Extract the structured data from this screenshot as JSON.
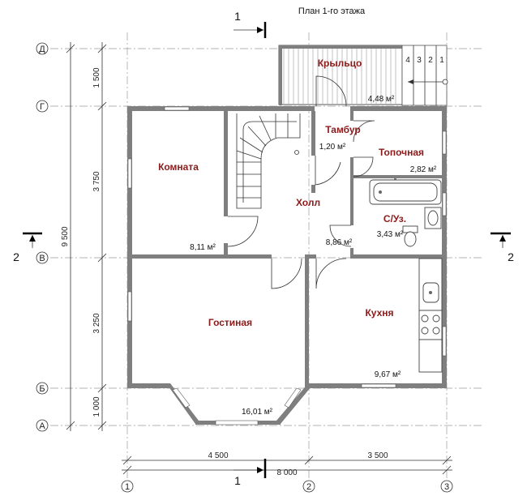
{
  "title": "План 1-го этажа",
  "section_marks": {
    "cut1": "1",
    "cut2": "2"
  },
  "axes": {
    "rows": [
      "Д",
      "Г",
      "В",
      "Б",
      "А"
    ],
    "cols": [
      "1",
      "2",
      "3"
    ]
  },
  "dimensions": {
    "vertical": [
      "1 500",
      "3 750",
      "3 250",
      "1 000"
    ],
    "vertical_total": "9 500",
    "horizontal": [
      "4 500",
      "3 500"
    ],
    "horizontal_total": "8 000"
  },
  "rooms": [
    {
      "name": "Крыльцо",
      "area": "4,48 м²"
    },
    {
      "name": "Тамбур",
      "area": "1,20 м²"
    },
    {
      "name": "Топочная",
      "area": "2,82 м²"
    },
    {
      "name": "Комната",
      "area": "8,11 м²"
    },
    {
      "name": "Холл",
      "area": "8,86 м²"
    },
    {
      "name": "С/Уз.",
      "area": "3,43 м²"
    },
    {
      "name": "Гостиная",
      "area": "16,01 м²"
    },
    {
      "name": "Кухня",
      "area": "9,67 м²"
    }
  ],
  "stair_numbers": [
    "4",
    "3",
    "2",
    "1"
  ],
  "colors": {
    "room_label": "#8b1a1a",
    "wall": "#7f7f7f",
    "grid": "#9a9a9a"
  }
}
